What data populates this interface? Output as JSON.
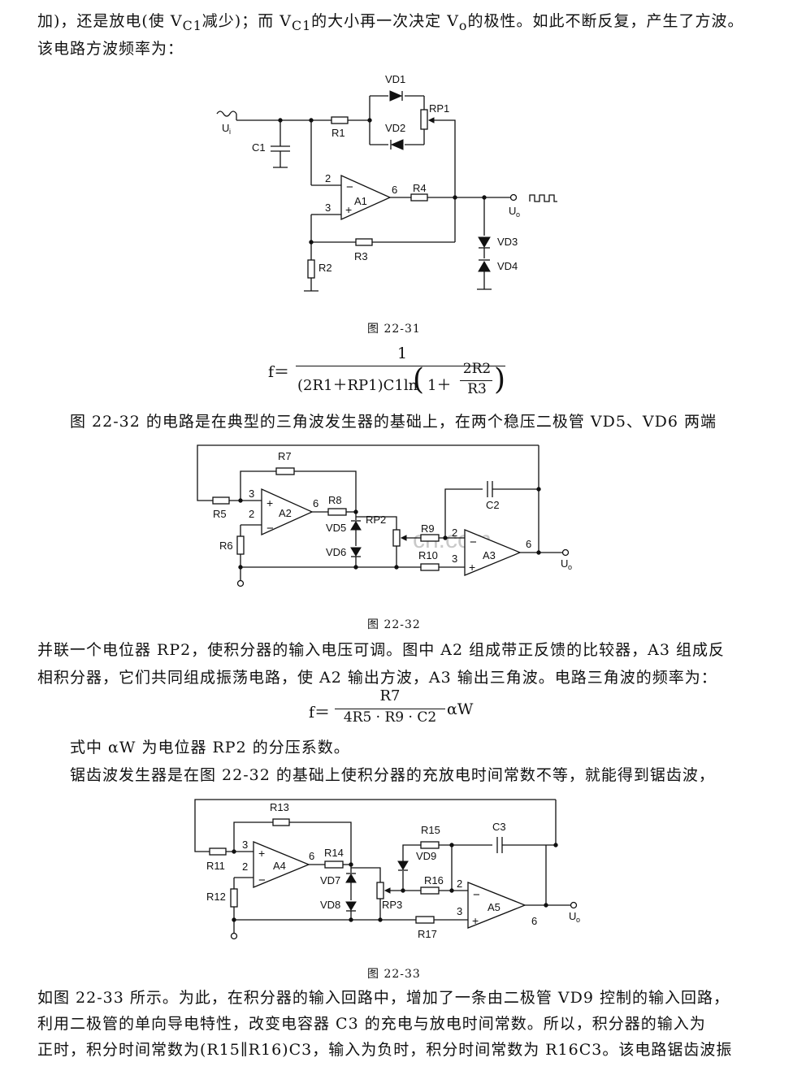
{
  "paragraphs": {
    "p1_line1": "加)，还是放电(使 V<sub>C1</sub>减少)；而 V<sub>C1</sub>的大小再一次决定 V<sub>o</sub>的极性。如此不断反复，产生了方波。",
    "p1_line2": "该电路方波频率为：",
    "p2_line1": "图 22-32 的电路是在典型的三角波发生器的基础上，在两个稳压二极管 VD5、VD6 两端",
    "p3_line1": "并联一个电位器 RP2，使积分器的输入电压可调。图中 A2 组成带正反馈的比较器，A3 组成反",
    "p3_line2": "相积分器，它们共同组成振荡电路，使 A2 输出方波，A3 输出三角波。电路三角波的频率为：",
    "p4_line1": "式中 αW 为电位器 RP2 的分压系数。",
    "p5_line1": "锯齿波发生器是在图 22-32 的基础上使积分器的充放电时间常数不等，就能得到锯齿波，",
    "p6_line1": "如图 22-33 所示。为此，在积分器的输入回路中，增加了一条由二极管 VD9 控制的输入回路，",
    "p6_line2": "利用二极管的单向导电特性，改变电容器 C3 的充电与放电时间常数。所以，积分器的输入为",
    "p6_line3": "正时，积分时间常数为(R15∥R16)C3，输入为负时，积分时间常数为 R16C3。该电路锯齿波振"
  },
  "captions": {
    "fig31": "图 22-31",
    "fig32": "图 22-32",
    "fig33": "图 22-33"
  },
  "formulas": {
    "f1_lhs": "f＝",
    "f1_num": "1",
    "f1_den_a": "(2R1＋RP1)C1ln",
    "f1_den_b": "1＋",
    "f1_inner_num": "2R2",
    "f1_inner_den": "R3",
    "f2_lhs": "f＝",
    "f2_num": "R7",
    "f2_den": "4R5 · R9 · C2",
    "f2_rhs": "αW"
  },
  "fig31": {
    "Ui": "U",
    "Ui_sub": "i",
    "C1": "C1",
    "R1": "R1",
    "VD1": "VD1",
    "VD2": "VD2",
    "RP1": "RP1",
    "A1": "A1",
    "pin2": "2",
    "pin3": "3",
    "pin6": "6",
    "R4": "R4",
    "Uo": "U",
    "Uo_sub": "o",
    "VD3": "VD3",
    "VD4": "VD4",
    "R2": "R2",
    "R3": "R3"
  },
  "fig32": {
    "R7": "R7",
    "R5": "R5",
    "R6": "R6",
    "A2": "A2",
    "pin3": "3",
    "pin2": "2",
    "pin6": "6",
    "R8": "R8",
    "VD5": "VD5",
    "VD6": "VD6",
    "RP2": "RP2",
    "R9": "R9",
    "R10": "R10",
    "C2": "C2",
    "A3": "A3",
    "a3pin2": "2",
    "a3pin3": "3",
    "a3pin6": "6",
    "Uo": "U",
    "Uo_sub": "o",
    "watermark": "cn.com"
  },
  "fig33": {
    "R13": "R13",
    "R11": "R11",
    "R12": "R12",
    "A4": "A4",
    "pin3": "3",
    "pin2": "2",
    "pin6": "6",
    "R14": "R14",
    "VD7": "VD7",
    "VD8": "VD8",
    "RP3": "RP3",
    "R15": "R15",
    "VD9": "VD9",
    "R16": "R16",
    "R17": "R17",
    "C3": "C3",
    "A5": "A5",
    "a5pin2": "2",
    "a5pin3": "3",
    "a5pin6": "6",
    "Uo": "U",
    "Uo_sub": "o"
  }
}
